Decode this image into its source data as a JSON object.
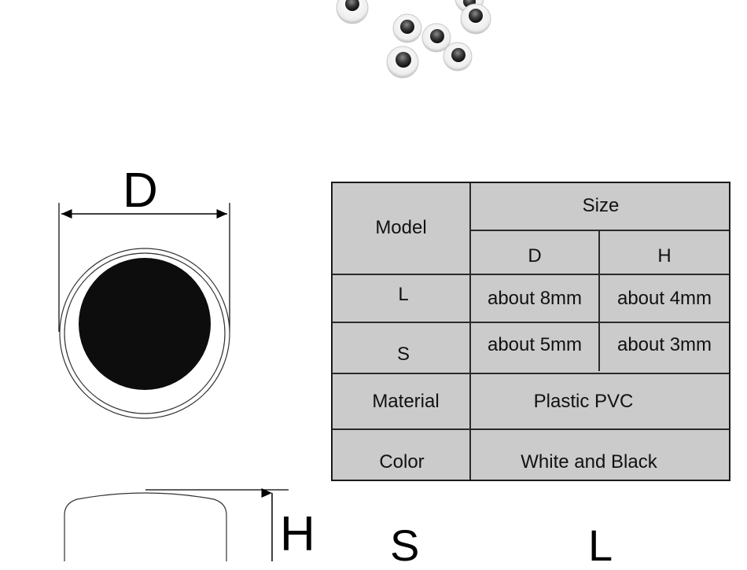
{
  "diagram": {
    "diameter_label": "D",
    "height_label": "H",
    "small_label": "S",
    "large_label": "L"
  },
  "table": {
    "model_header": "Model",
    "size_header": "Size",
    "col_d": "D",
    "col_h": "H",
    "rows": [
      {
        "model": "L",
        "d": "about 8mm",
        "h": "about 4mm"
      },
      {
        "model": "S",
        "d": "about 5mm",
        "h": "about 3mm"
      }
    ],
    "material_label": "Material",
    "material_value": "Plastic PVC",
    "color_label": "Color",
    "color_value": "White and Black"
  }
}
